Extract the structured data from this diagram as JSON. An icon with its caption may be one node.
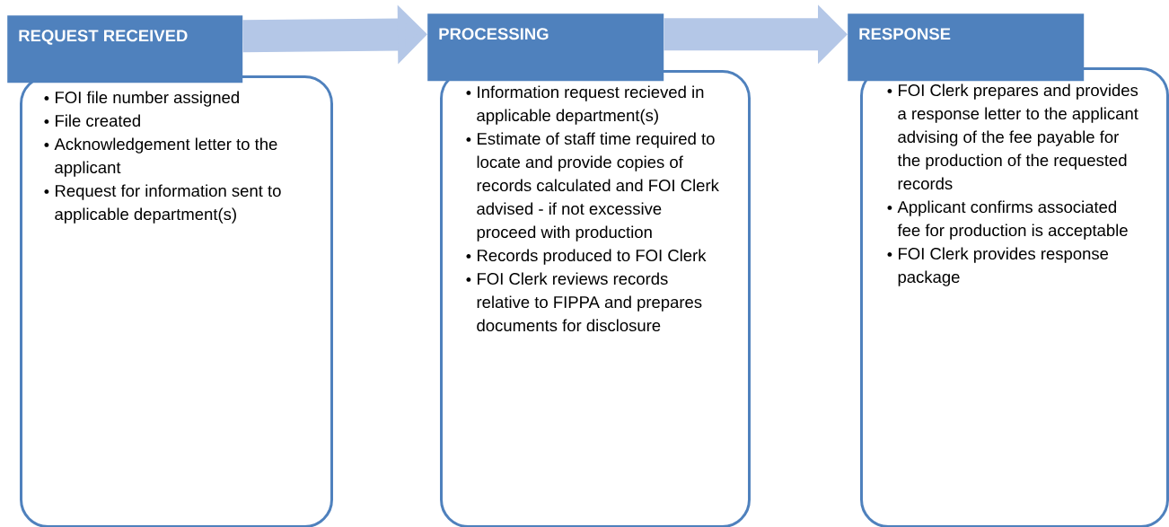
{
  "diagram": {
    "nodes": [
      {
        "text": [
          "REQUEST RECEIVED"
        ]
      },
      {
        "text": [
          "FOI file number assigned",
          "File created",
          "Acknowledgement letter to the applicant",
          "Request for information sent to applicable department(s)"
        ]
      },
      {
        "text": [
          "PROCESSING"
        ]
      },
      {
        "text": [
          "Information request recieved in applicable department(s)",
          "Estimate of staff time required to locate and provide copies of records calculated and FOI Clerk advised - if not excessive proceed with production",
          "Records produced to FOI Clerk",
          "FOI Clerk reviews records relative to FIPPA and prepares documents for disclosure"
        ]
      },
      {
        "text": [
          "RESPONSE"
        ]
      },
      {
        "text": [
          "FOI Clerk prepares and provides a response letter to the applicant advising of the fee payable for the production of the requested records",
          "Applicant confirms associated fee for production is acceptable",
          "FOI Clerk provides response package"
        ]
      }
    ],
    "edges": [
      {
        "from": 0,
        "to": 2,
        "arrow": "to"
      },
      {
        "from": 2,
        "to": 4,
        "arrow": "to"
      }
    ]
  }
}
